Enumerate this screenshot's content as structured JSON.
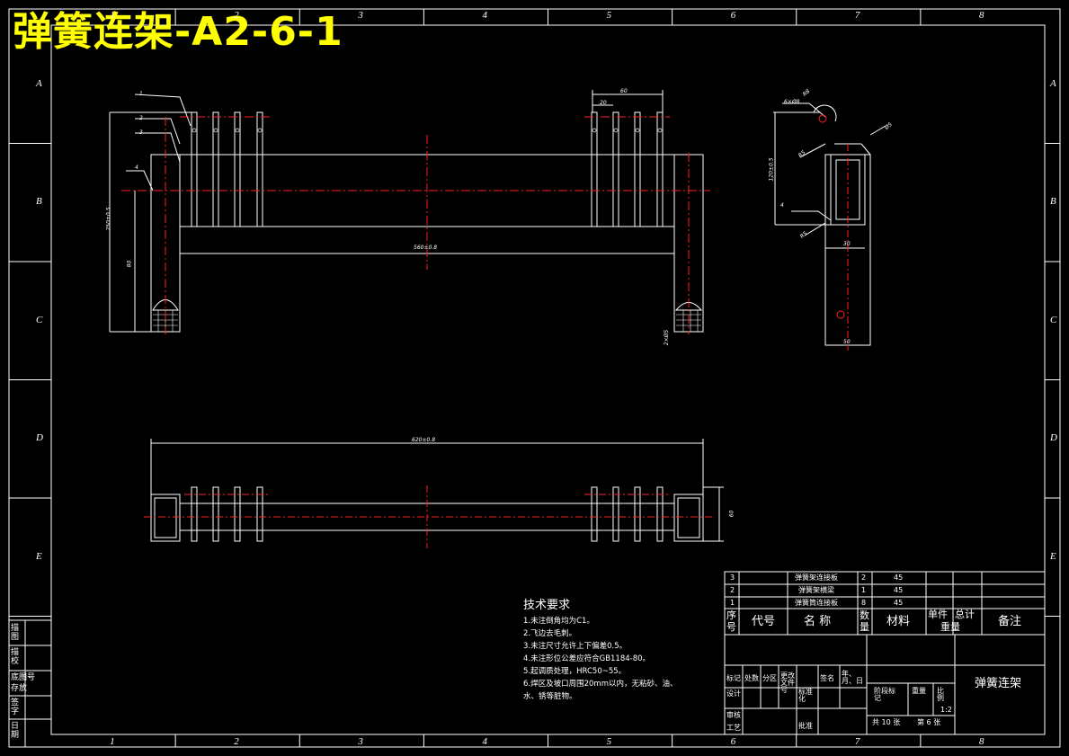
{
  "title": "弹簧连架-A2-6-1",
  "grid": {
    "columns": [
      "1",
      "2",
      "3",
      "4",
      "5",
      "6",
      "7",
      "8"
    ],
    "rows": [
      "A",
      "B",
      "C",
      "D",
      "E"
    ]
  },
  "dimensions": {
    "top_width": "60",
    "top_inner": "20",
    "main_length": "560±0.8",
    "height": "250±0.5",
    "leg": "80",
    "leg_bottom": "2×Ø5",
    "overall_length": "620±0.8",
    "plan_width": "60",
    "side_height": "120±0.5",
    "side_width_top": "30",
    "side_width_bottom": "50",
    "side_r1": "R8",
    "side_r2": "R5",
    "side_c1": "6×Ø8",
    "side_c2": "Ø5",
    "side_c3": "R5",
    "weld": "4"
  },
  "leaders": [
    "1",
    "2",
    "3"
  ],
  "notes": {
    "heading": "技术要求",
    "items": [
      "1.未注倒角均为C1。",
      "2.飞边去毛刺。",
      "3.未注尺寸允许上下偏差0.5。",
      "4.未注形位公差应符合GB1184-80。",
      "5.起调质处理，HRC50~55。",
      "6.焊区及坡口周围20mm以内，无粘砂、油、",
      "水、锈等脏物。"
    ]
  },
  "bom": {
    "rows": [
      {
        "no": "3",
        "name": "弹簧架连接板",
        "qty": "2",
        "material": "45"
      },
      {
        "no": "2",
        "name": "弹簧架横梁",
        "qty": "1",
        "material": "45"
      },
      {
        "no": "1",
        "name": "弹簧筒连接板",
        "qty": "8",
        "material": "45"
      }
    ],
    "headers": {
      "no": "序号",
      "code": "代号",
      "name": "名 称",
      "qty": "数量",
      "material": "材料",
      "unit": "单件",
      "total": "总计",
      "mass": "重量",
      "remark": "备注"
    }
  },
  "titleblock": {
    "part_name": "弹簧连架",
    "row1": [
      "标记",
      "处数",
      "分区",
      "更改文件号",
      "签名",
      "年、月、日"
    ],
    "design": "设计",
    "standard": "标准化",
    "stage": "阶段标记",
    "weight": "重量",
    "scale": "比例",
    "scale_val": "1:2",
    "review": "审核",
    "process": "工艺",
    "approve": "批准",
    "sheets_total": "共 10 张",
    "sheet_no": "第 6 张"
  },
  "sidebar": [
    "描图",
    "描校",
    "底图号",
    "存放",
    "签字",
    "日期"
  ]
}
